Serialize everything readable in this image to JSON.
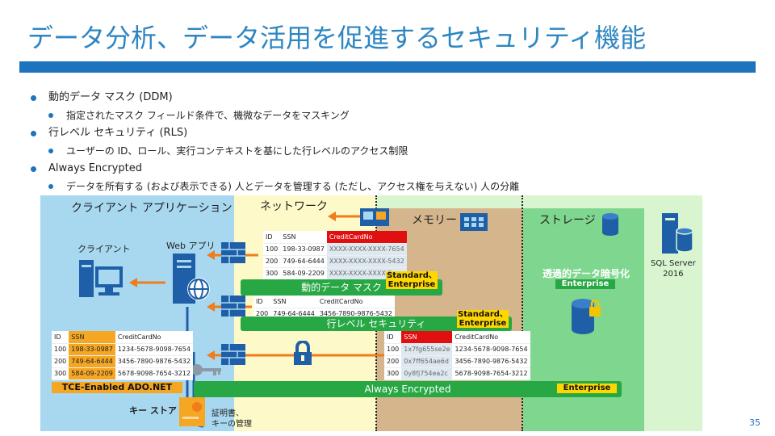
{
  "title": "データ分析、データ活用を促進するセキュリティ機能",
  "bullets": [
    {
      "text": "動的データ マスク (DDM)",
      "sub": "指定されたマスク フィールド条件で、機微なデータをマスキング"
    },
    {
      "text": "行レベル セキュリティ (RLS)",
      "sub": "ユーザーの ID、ロール、実行コンテキストを基にした行レベルのアクセス制限"
    },
    {
      "text": "Always Encrypted",
      "sub": "データを所有する (および表示できる) 人とデータを管理する (ただし、アクセス権を与えない) 人の分離"
    }
  ],
  "zones": {
    "client": "クライアント アプリケーション",
    "network": "ネットワーク",
    "memory": "メモリー",
    "storage": "ストレージ"
  },
  "labels": {
    "client": "クライアント",
    "webapp": "Web アプリ",
    "keystore": "キー ストア",
    "cert": "証明書、\nキーの管理",
    "sqlserver": "SQL Server\n2016",
    "tde": "透過的データ暗号化",
    "tde_edition": "Enterprise"
  },
  "tables": {
    "ddm": {
      "headers": [
        "ID",
        "SSN",
        "CreditCardNo"
      ],
      "rows": [
        [
          "100",
          "198-33-0987",
          "XXXX-XXXX-XXXX-7654"
        ],
        [
          "200",
          "749-64-6444",
          "XXXX-XXXX-XXXX-5432"
        ],
        [
          "300",
          "584-09-2209",
          "XXXX-XXXX-XXXX-3"
        ]
      ]
    },
    "rls": {
      "headers": [
        "ID",
        "SSN",
        "CreditCardNo"
      ],
      "rows": [
        [
          "200",
          "749-64-6444",
          "3456-7890-9876-5432"
        ]
      ]
    },
    "client": {
      "headers": [
        "ID",
        "SSN",
        "CreditCardNo"
      ],
      "rows": [
        [
          "100",
          "198-33-0987",
          "1234-5678-9098-7654"
        ],
        [
          "200",
          "749-64-6444",
          "3456-7890-9876-5432"
        ],
        [
          "300",
          "584-09-2209",
          "5678-9098-7654-3212"
        ]
      ]
    },
    "memory": {
      "headers": [
        "ID",
        "SSN",
        "CreditCardNo"
      ],
      "rows": [
        [
          "100",
          "1x7fg655se2e",
          "1234-5678-9098-7654"
        ],
        [
          "200",
          "0x7ff654ae6d",
          "3456-7890-9876-5432"
        ],
        [
          "300",
          "0y8fj754ea2c",
          "5678-9098-7654-3212"
        ]
      ]
    }
  },
  "bars": {
    "ddm": "動的データ マスク",
    "ddm_edition": "Standard、\nEnterprise",
    "rls": "行レベル セキュリティ",
    "rls_edition": "Standard、\nEnterprise",
    "ae": "Always Encrypted",
    "ae_edition": "Enterprise",
    "tce": "TCE-Enabled ADO.NET"
  },
  "page_number": "35",
  "colors": {
    "accent": "#1e73be",
    "green": "#27a844",
    "orange": "#f5a623",
    "yellow": "#ffd700",
    "red": "#e01010"
  }
}
